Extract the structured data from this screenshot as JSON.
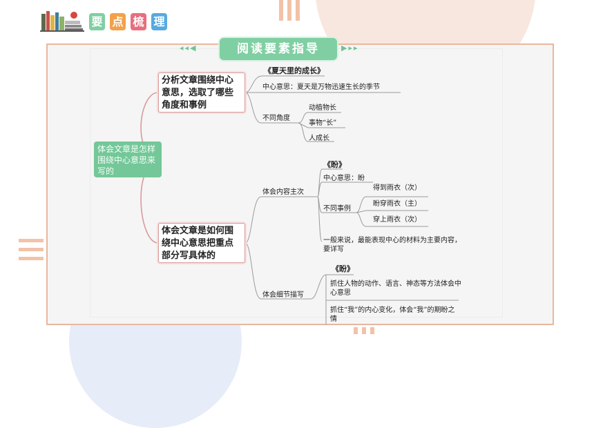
{
  "header": {
    "logo_chars": [
      "要",
      "点",
      "梳",
      "理"
    ],
    "banner_title": "阅读要素指导"
  },
  "colors": {
    "green": "#74c798",
    "banner_green": "#7fcfa2",
    "accent_pink": "#d99a9a",
    "card_border": "#e8b79d",
    "chip_colors": [
      "#7fcfa2",
      "#f2a14a",
      "#e86e7e",
      "#58a9e0"
    ]
  },
  "mindmap": {
    "root": "体会文章是怎样围绕中心意思来写的",
    "branch1": {
      "title": "分析文章围绕中心意思，选取了哪些角度和事例",
      "text": "《夏天里的成长》",
      "central_idea": "中心意思：夏天是万物迅速生长的季节",
      "angles_label": "不同角度",
      "angles": [
        "动植物长",
        "事物“长”",
        "人成长"
      ]
    },
    "branch2": {
      "title": "体会文章是如何围绕中心意思把重点部分写具体的",
      "sub1": {
        "label": "体会内容主次",
        "text": "《盼》",
        "central_idea": "中心意思：盼",
        "events_label": "不同事例",
        "events": [
          "得到雨衣（次）",
          "盼穿雨衣（主）",
          "穿上雨衣（次）"
        ],
        "note": "一般来说，最能表现中心的材料为主要内容，要详写"
      },
      "sub2": {
        "label": "体会细节描写",
        "text": "《盼》",
        "points": [
          "抓住人物的动作、语言、神态等方法体会中心意思",
          "抓住“我”的内心变化，体会“我”的期盼之情"
        ]
      }
    }
  }
}
